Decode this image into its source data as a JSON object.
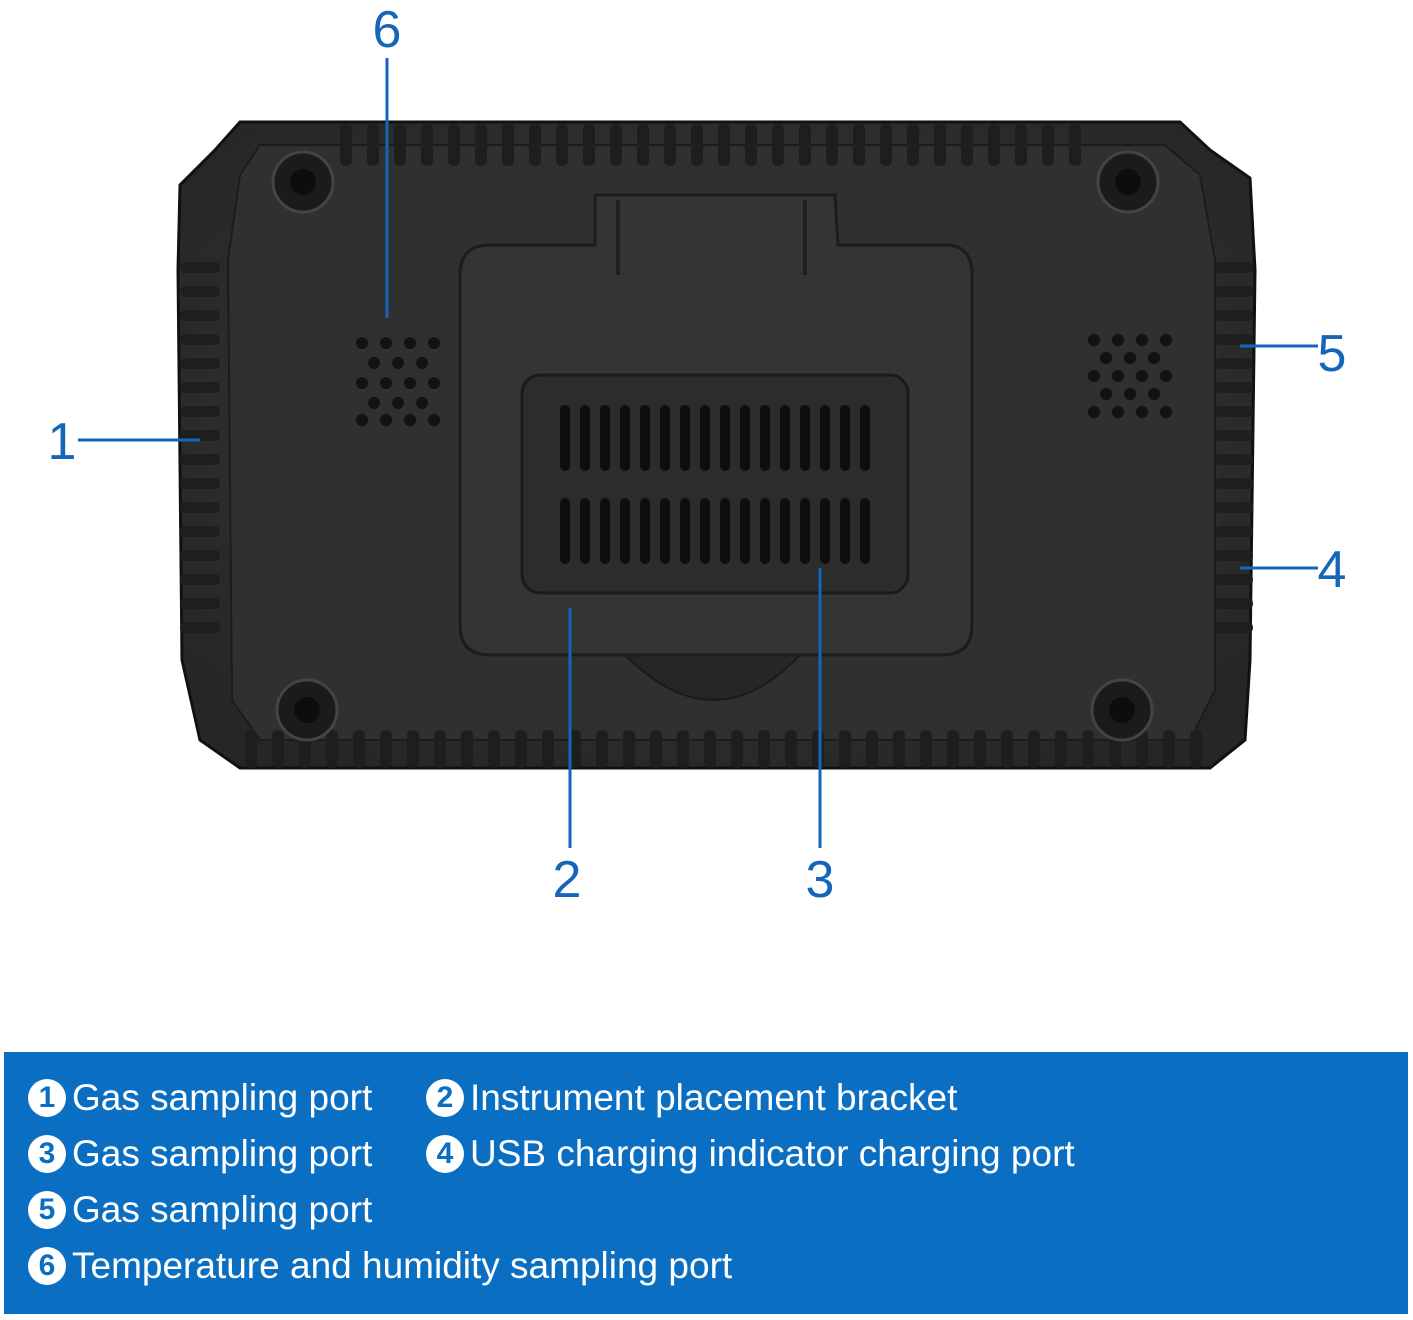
{
  "colors": {
    "callout": "#1565b8",
    "legend_bg": "#0a6fc2",
    "device_body": "#2e2e2e",
    "device_dark": "#1a1a1a"
  },
  "callouts": [
    {
      "number": "1"
    },
    {
      "number": "2"
    },
    {
      "number": "3"
    },
    {
      "number": "4"
    },
    {
      "number": "5"
    },
    {
      "number": "6"
    }
  ],
  "legend": {
    "rows": [
      [
        {
          "number": "1",
          "text": "Gas sampling port"
        },
        {
          "number": "2",
          "text": "Instrument placement bracket"
        }
      ],
      [
        {
          "number": "3",
          "text": "Gas sampling port"
        },
        {
          "number": "4",
          "text": "USB charging indicator charging port"
        }
      ],
      [
        {
          "number": "5",
          "text": "Gas sampling port"
        }
      ],
      [
        {
          "number": "6",
          "text": "Temperature and humidity sampling port"
        }
      ]
    ]
  }
}
